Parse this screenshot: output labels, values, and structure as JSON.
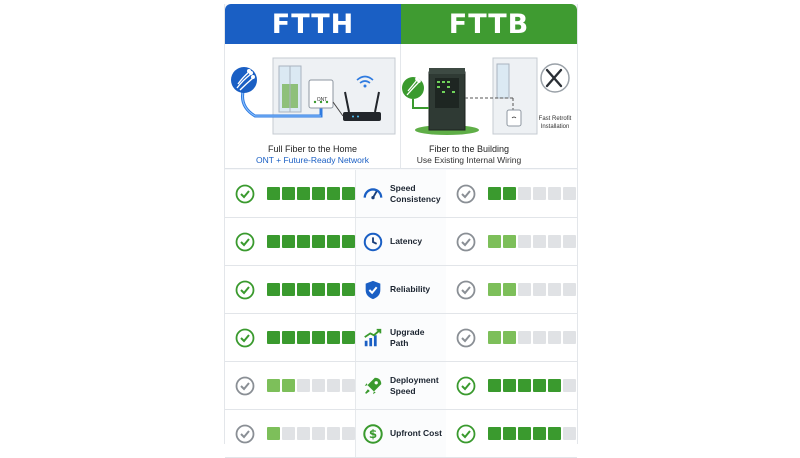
{
  "headers": {
    "left": "FTTH",
    "right": "FTTB"
  },
  "illustrations": {
    "ftth": {
      "device_label": "ONT",
      "caption": "Full Fiber to the Home",
      "subcaption": "ONT + Future-Ready Network"
    },
    "fttb": {
      "side_label": "Fast Retrofit Installation",
      "caption": "Fiber to the Building",
      "subcaption": "Use Existing Internal Wiring"
    }
  },
  "colors": {
    "ftth_blue": "#1a5fc4",
    "fttb_green": "#3f9b31",
    "bar_full": "#3a9a2e",
    "bar_light": "#7dbf5a",
    "bar_off": "#e0e2e5",
    "icon_blue": "#1a5fc4",
    "check_green": "#3a9a2e",
    "check_gray": "#8a8f95"
  },
  "rows": [
    {
      "label": "Speed Consistency",
      "icon": "speedometer-icon",
      "ftth": {
        "check": "green",
        "score": 6,
        "tone": "full"
      },
      "fttb": {
        "check": "gray",
        "score": 2,
        "tone": "full"
      }
    },
    {
      "label": "Latency",
      "icon": "clock-icon",
      "ftth": {
        "check": "green",
        "score": 6,
        "tone": "full"
      },
      "fttb": {
        "check": "gray",
        "score": 2,
        "tone": "light"
      }
    },
    {
      "label": "Reliability",
      "icon": "shield-check-icon",
      "ftth": {
        "check": "green",
        "score": 6,
        "tone": "full"
      },
      "fttb": {
        "check": "gray",
        "score": 2,
        "tone": "light"
      }
    },
    {
      "label": "Upgrade Path",
      "icon": "growth-chart-icon",
      "ftth": {
        "check": "green",
        "score": 6,
        "tone": "full"
      },
      "fttb": {
        "check": "gray",
        "score": 2,
        "tone": "light"
      }
    },
    {
      "label": "Deployment Speed",
      "icon": "rocket-icon",
      "ftth": {
        "check": "gray",
        "score": 2,
        "tone": "light"
      },
      "fttb": {
        "check": "green",
        "score": 5,
        "tone": "full"
      }
    },
    {
      "label": "Upfront Cost",
      "icon": "dollar-coin-icon",
      "ftth": {
        "check": "gray",
        "score": 1,
        "tone": "light"
      },
      "fttb": {
        "check": "green",
        "score": 5,
        "tone": "full"
      }
    }
  ]
}
